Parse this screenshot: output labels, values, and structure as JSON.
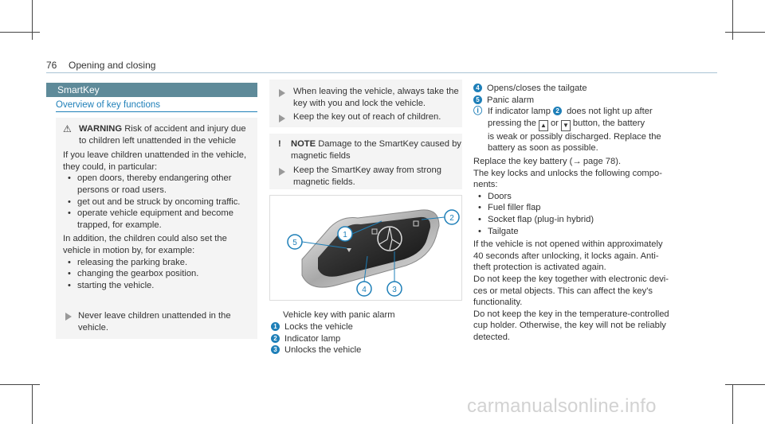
{
  "header": {
    "page_number": "76",
    "section": "Opening and closing"
  },
  "section_bar": {
    "title": "SmartKey"
  },
  "subheading": "Overview of key functions",
  "warning": {
    "label": "WARNING",
    "line1": "Risk of accident and injury due",
    "line2": "to children left unattended in the vehicle",
    "intro": [
      "If you leave children unattended in the vehicle,",
      "they could, in particular:"
    ],
    "items": [
      [
        "open doors, thereby endangering other",
        "persons or road users."
      ],
      [
        "get out and be struck by oncoming traffic."
      ],
      [
        "operate vehicle equipment and become",
        "trapped, for example."
      ]
    ],
    "addition": [
      "In addition, the children could also set the",
      "vehicle in motion by, for example:"
    ],
    "items2": [
      "releasing the parking brake.",
      "changing the gearbox position.",
      "starting the vehicle."
    ],
    "action": [
      "Never leave children unattended in the",
      "vehicle."
    ]
  },
  "middle": {
    "action1": [
      "When leaving the vehicle, always take the",
      "key with you and lock the vehicle."
    ],
    "action2": "Keep the key out of reach of children.",
    "note": {
      "label": "NOTE",
      "line1": "Damage to the SmartKey caused by",
      "line2": "magnetic fields",
      "action": [
        "Keep the SmartKey away from strong",
        "magnetic fields."
      ]
    },
    "caption": "Vehicle key with panic alarm",
    "legend": [
      {
        "n": "1",
        "text": "Locks the vehicle"
      },
      {
        "n": "2",
        "text": "Indicator lamp"
      },
      {
        "n": "3",
        "text": "Unlocks the vehicle"
      }
    ],
    "callouts": [
      "1",
      "2",
      "3",
      "4",
      "5"
    ]
  },
  "right": {
    "legend": [
      {
        "n": "4",
        "text": "Opens/closes the tailgate"
      },
      {
        "n": "5",
        "text": "Panic alarm"
      }
    ],
    "info_lines": [
      "If indicator lamp",
      "does not light up after",
      "pressing the",
      "or",
      "button, the battery",
      "is weak or possibly discharged. Replace the",
      "battery as soon as possible."
    ],
    "info_ref": "2",
    "replace": [
      "Replace the key battery (",
      "page 78)."
    ],
    "locks": [
      "The key locks and unlocks the following compo-",
      "nents:"
    ],
    "components": [
      "Doors",
      "Fuel filler flap",
      "Socket flap (plug-in hybrid)",
      "Tailgate"
    ],
    "p1": [
      "If the vehicle is not opened within approximately",
      "40 seconds after unlocking, it locks again. Anti-",
      "theft protection is activated again."
    ],
    "p2": [
      "Do not keep the key together with electronic devi-",
      "ces or metal objects. This can affect the key's",
      "functionality."
    ],
    "p3": [
      "Do not keep the key in the temperature-controlled",
      "cup holder. Otherwise, the key will not be reliably",
      "detected."
    ]
  },
  "watermark": "carmanualsonline.info"
}
